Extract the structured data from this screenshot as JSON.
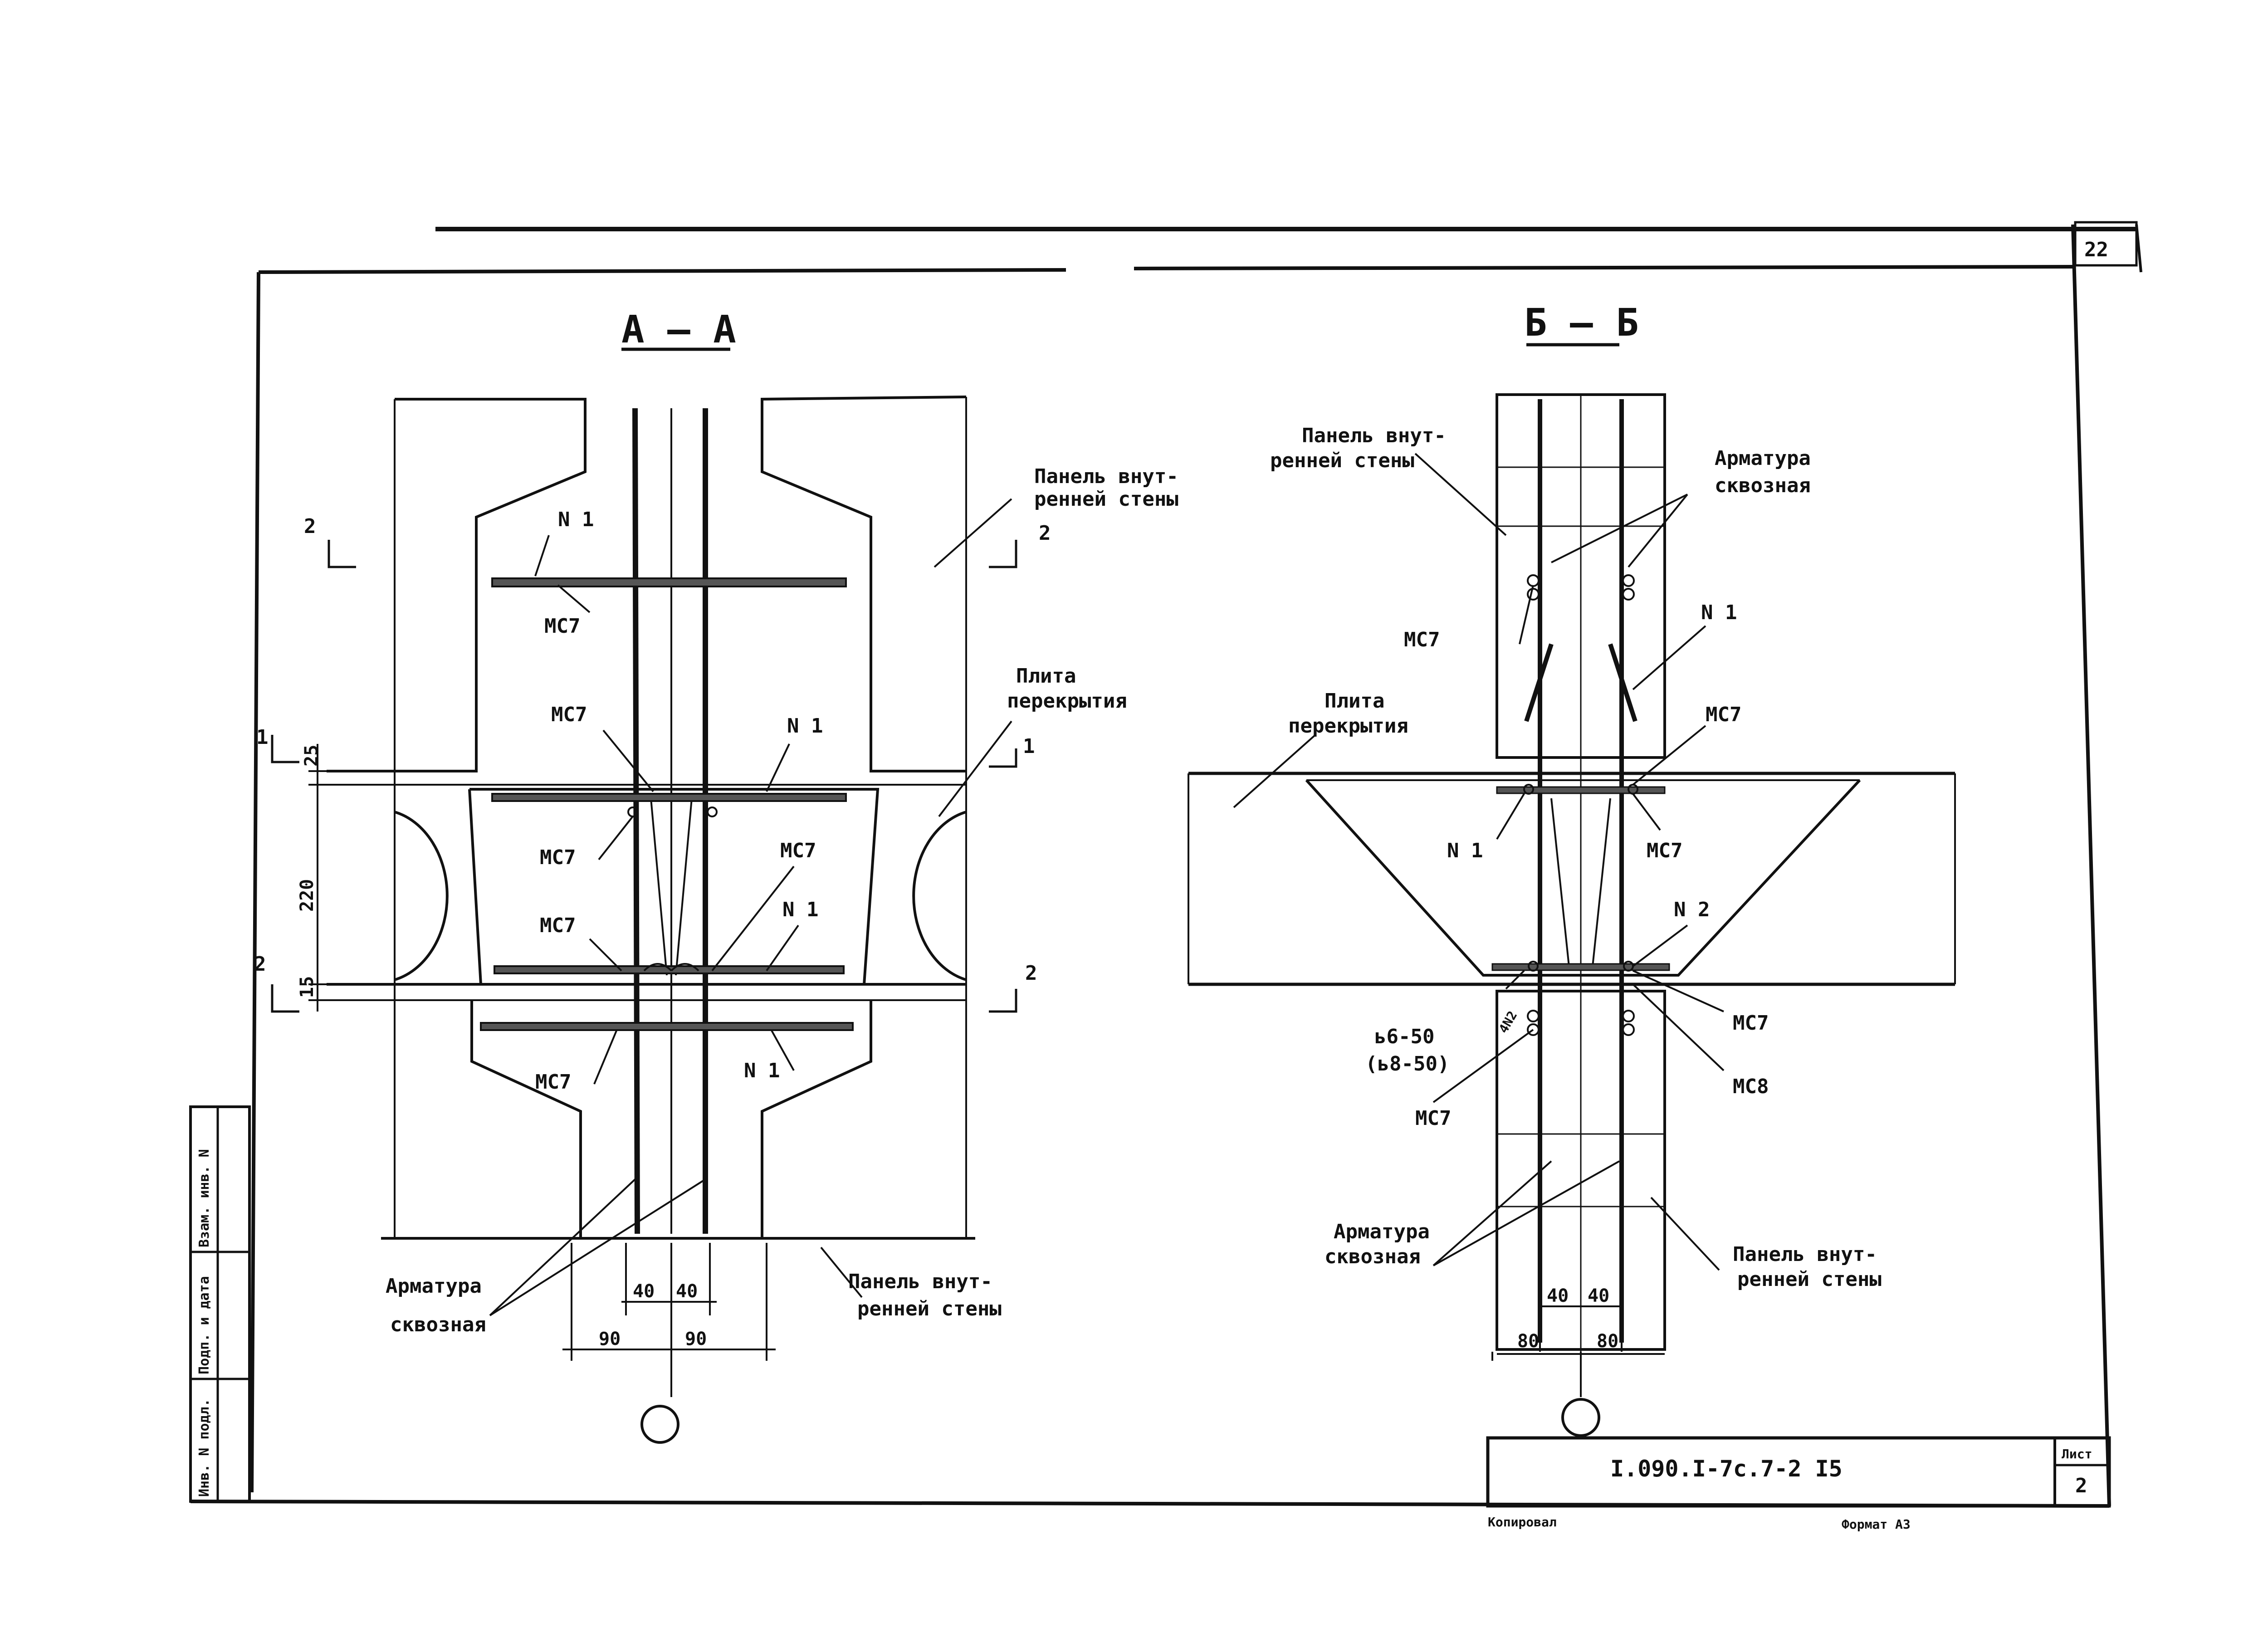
{
  "sheet_number_corner": "22",
  "section_a": {
    "title": "А — А",
    "panel_label": [
      "Панель внут-",
      "ренней стены"
    ],
    "panel_label_bottom": [
      "Панель внут-",
      "ренней стены"
    ],
    "slab_label": [
      "Плита",
      "перекрытия"
    ],
    "rebar_label": [
      "Арматура",
      "сквозная"
    ],
    "marks": {
      "n1_top": "N 1",
      "n1_mid": "N 1",
      "n1_low": "N 1",
      "n1_bot": "N 1",
      "mc7_a": "МС7",
      "mc7_b": "МС7",
      "mc7_c": "МС7",
      "mc7_d": "МС7",
      "mc7_e": "МС7",
      "mc7_f": "МС7"
    },
    "cut_marks": {
      "c2_top_left": "2",
      "c2_top_right": "2",
      "c1_left": "1",
      "c1_right": "1",
      "c2_bot_left": "2",
      "c2_bot_right": "2"
    },
    "dims": {
      "d25": "25",
      "d220": "220",
      "d15": "15",
      "d40a": "40",
      "d40b": "40",
      "d90a": "90",
      "d90b": "90"
    }
  },
  "section_b": {
    "title": "Б — Б",
    "panel_label_top": [
      "Панель внут-",
      "ренней стены"
    ],
    "panel_label_bottom": [
      "Панель внут-",
      "ренней стены"
    ],
    "slab_label": [
      "Плита",
      "перекрытия"
    ],
    "rebar_top": [
      "Арматура",
      "сквозная"
    ],
    "rebar_bot": [
      "Арматура",
      "сквозная"
    ],
    "marks": {
      "mc7_a": "МС7",
      "mc7_b": "МС7",
      "mc7_c": "МС7",
      "mc7_d": "МС7",
      "mc7_e": "МС7",
      "mc8": "МС8",
      "n1_a": "N 1",
      "n1_b": "N 1",
      "n2": "N 2",
      "n4n2": "4N2"
    },
    "weld": [
      "ь6-50",
      "(ь8-50)"
    ],
    "dims": {
      "d40a": "40",
      "d40b": "40",
      "d80a": "80",
      "d80b": "80"
    }
  },
  "stamp": {
    "doc_code": "I.090.I-7c.7-2 I5",
    "sheet_label": "Лист",
    "sheet_value": "2",
    "copied": "Копировал",
    "format": "Формат А3"
  },
  "left_strip": [
    "Инв. N подл.",
    "Подп. и дата",
    "Взам. инв. N"
  ]
}
